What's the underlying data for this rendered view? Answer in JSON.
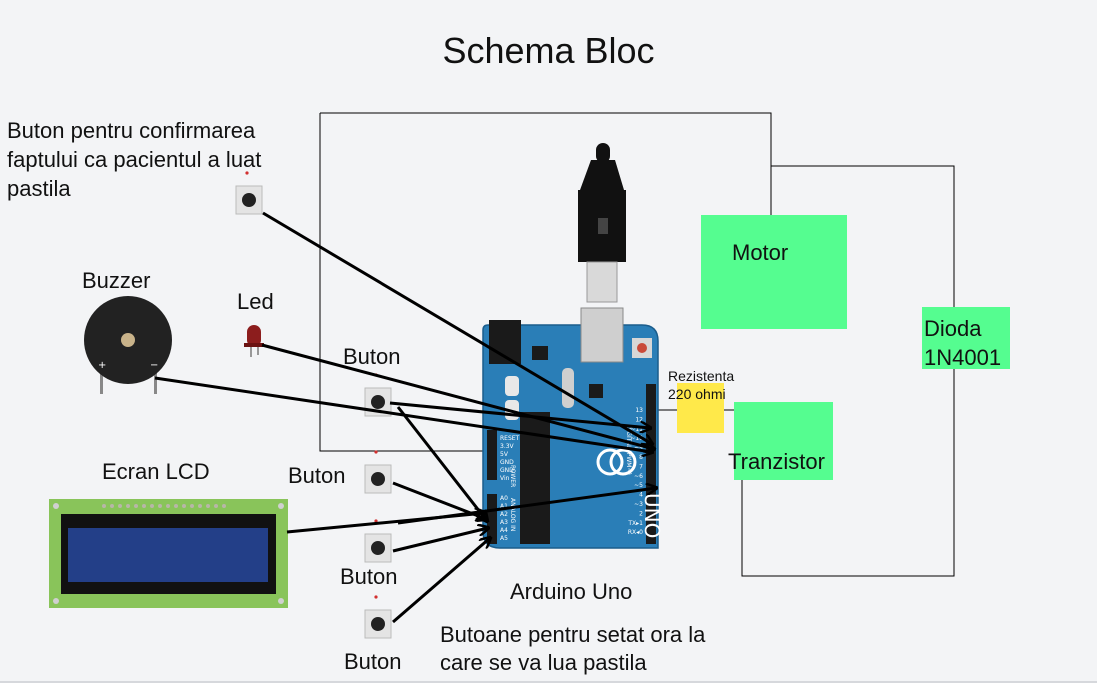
{
  "title": "Schema Bloc",
  "labels": {
    "confirm_button": [
      "Buton pentru confirmarea",
      "faptului ca pacientul a luat",
      "pastila"
    ],
    "buzzer": "Buzzer",
    "led": "Led",
    "button1": "Buton",
    "button2": "Buton",
    "button3": "Buton",
    "button4": "Buton",
    "lcd": "Ecran LCD",
    "arduino": "Arduino Uno",
    "set_buttons": [
      "Butoane pentru setat ora la",
      "care se va lua pastila"
    ]
  },
  "blocks": {
    "motor": "Motor",
    "diode": [
      "Dioda",
      "1N4001"
    ],
    "transistor": "Tranzistor",
    "resistor": [
      "Rezistenta",
      "220 ohmi"
    ]
  },
  "board_text": {
    "brand": "UNO",
    "aref": "AREF",
    "gnd": "GND",
    "digital": "DIGITAL (PWM~)",
    "power": "POWER",
    "analog": "ANALOG IN",
    "a_pins": [
      "A0",
      "A1",
      "A2",
      "A3",
      "A4",
      "A5"
    ],
    "d_pins": [
      "13",
      "12",
      "~11",
      "~10",
      "~9",
      "8",
      "7",
      "~6",
      "~5",
      "4",
      "~3",
      "2",
      "TX▸1",
      "RX◂0"
    ],
    "p_pins": [
      "RESET",
      "3.3V",
      "5V",
      "GND",
      "GND",
      "Vin"
    ],
    "l_tx_rx": [
      "L",
      "TX",
      "RX"
    ],
    "on": "ON"
  },
  "colors": {
    "green_block": "#55fd90",
    "resistor": "#ffe94a",
    "board": "#2a7eb7",
    "lcd_pcb": "#89c45a",
    "lcd_screen": "#233f88",
    "buzzer": "#222222"
  }
}
